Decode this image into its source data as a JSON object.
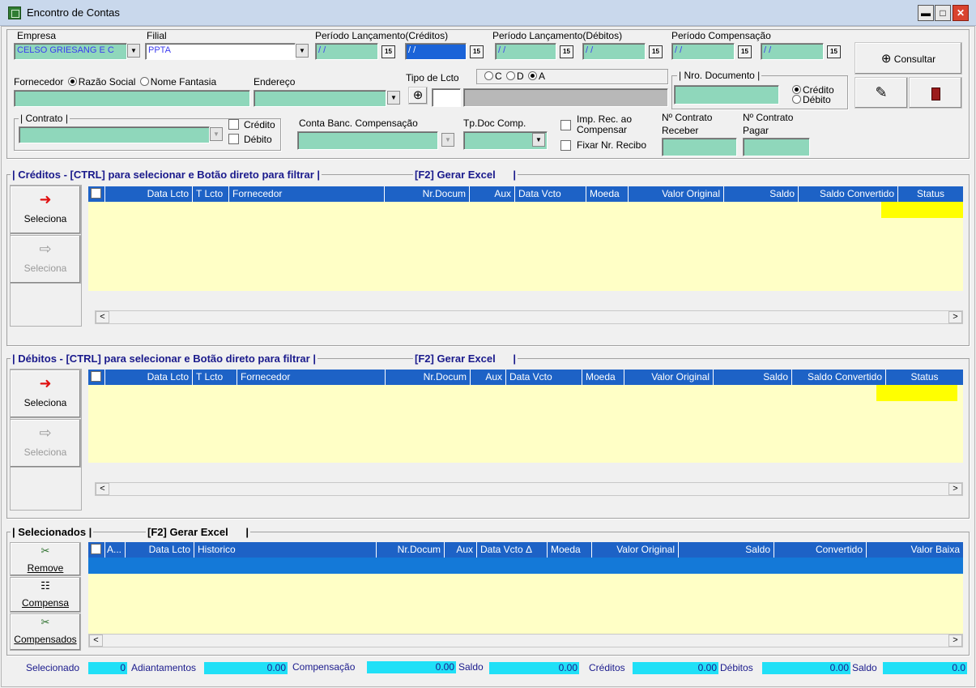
{
  "window": {
    "title": "Encontro de Contas",
    "minimize": "▬",
    "maximize": "□",
    "close": "✕"
  },
  "filters": {
    "empresa_label": "Empresa",
    "empresa_value": "CELSO GRIESANG E C",
    "filial_label": "Filial",
    "filial_value": "PPTA",
    "periodo_creditos_label": "Período Lançamento(Créditos)",
    "periodo_debitos_label": "Período Lançamento(Débitos)",
    "periodo_compensacao_label": "Período Compensação",
    "date_placeholder": "/ /",
    "cal_icon": "15",
    "fornecedor_label": "Fornecedor",
    "razao_social_label": "Razão Social",
    "nome_fantasia_label": "Nome Fantasia",
    "endereco_label": "Endereço",
    "tipo_lcto_label": "Tipo de Lcto",
    "tipo_c_label": "C",
    "tipo_d_label": "D",
    "tipo_a_label": "A",
    "nro_documento_label": "Nro. Documento",
    "credito_label": "Crédito",
    "debito_label": "Débito",
    "contrato_label": "Contrato",
    "conta_banc_label": "Conta Banc. Compensação",
    "tp_doc_label": "Tp.Doc Comp.",
    "imp_rec_label_1": "Imp. Rec. ao",
    "imp_rec_label_2": "Compensar",
    "fixar_nr_label": "Fixar Nr. Recibo",
    "nr_contrato_receber_label_1": "Nº Contrato",
    "nr_contrato_receber_label_2": "Receber",
    "nr_contrato_pagar_label_1": "Nº Contrato",
    "nr_contrato_pagar_label_2": "Pagar",
    "consultar_label": "Consultar"
  },
  "creditos": {
    "title": "Créditos - [CTRL] para selecionar e Botão direto para filtrar",
    "excel": "[F2] Gerar Excel",
    "columns": [
      "Data Lcto",
      "T Lcto",
      "Fornecedor",
      "Nr.Docum",
      "Aux",
      "Data Vcto",
      "Moeda",
      "Valor Original",
      "Saldo",
      "Saldo Convertido",
      "Status"
    ],
    "seleciona_label": "Seleciona"
  },
  "debitos": {
    "title": "Débitos - [CTRL] para selecionar e Botão direto para filtrar",
    "excel": "[F2] Gerar Excel",
    "columns": [
      "Data Lcto",
      "T Lcto",
      "Fornecedor",
      "Nr.Docum",
      "Aux",
      "Data Vcto",
      "Moeda",
      "Valor Original",
      "Saldo",
      "Saldo Convertido",
      "Status"
    ],
    "seleciona_label": "Seleciona"
  },
  "selecionados": {
    "title": "Selecionados",
    "excel": "[F2] Gerar Excel",
    "columns": [
      "A...",
      "Data Lcto",
      "Historico",
      "Nr.Docum",
      "Aux",
      "Data Vcto",
      "Moeda",
      "Valor Original",
      "Saldo",
      "Convertido",
      "Valor Baixa"
    ],
    "sort_indicator": "Δ",
    "remove_label": "Remove",
    "compensa_label": "Compensa",
    "compensados_label": "Compensados"
  },
  "status_bar": {
    "selecionado_label": "Selecionado",
    "selecionado_value": "0",
    "adiantamentos_label": "Adiantamentos",
    "adiantamentos_value": "0.00",
    "compensacao_label": "Compensação",
    "compensacao_value": "0.00",
    "saldo_label": "Saldo",
    "saldo_value": "0.00",
    "creditos_label": "Créditos",
    "creditos_value": "0.00",
    "debitos_label": "Débitos",
    "debitos_value": "0.00",
    "saldo2_label": "Saldo",
    "saldo2_value": "0.0"
  },
  "colors": {
    "grid_header": "#1d62c6",
    "grid_body": "#ffffc6",
    "field": "#8fd7bb",
    "status_value": "#20e0f7",
    "status_yellow": "#ffff00",
    "selected_row": "#1479d8"
  }
}
